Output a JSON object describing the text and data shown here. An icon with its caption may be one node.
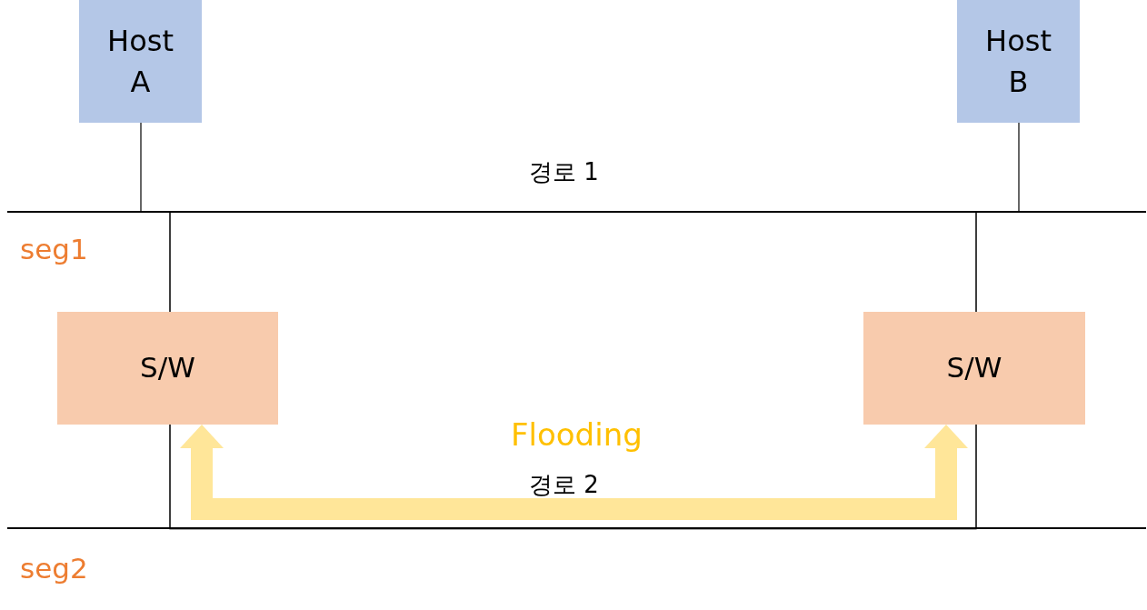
{
  "diagram": {
    "nodes": [
      {
        "text": [
          "Host A"
        ]
      },
      {
        "text": [
          "Host B"
        ]
      },
      {
        "text": [],
        "shape": "bar"
      },
      {
        "text": [
          "S/W"
        ]
      },
      {
        "text": [
          "S/W"
        ]
      },
      {
        "text": [],
        "shape": "bar"
      }
    ],
    "edges": [
      {
        "from": 0,
        "to": 2,
        "arrow": "none"
      },
      {
        "from": 1,
        "to": 2,
        "arrow": "none"
      },
      {
        "from": 3,
        "to": 2,
        "arrow": "none"
      },
      {
        "from": 4,
        "to": 2,
        "arrow": "none"
      },
      {
        "from": 3,
        "to": 5,
        "arrow": "none"
      },
      {
        "from": 4,
        "to": 5,
        "arrow": "none"
      },
      {
        "from": 3,
        "to": 4,
        "arrow": "both",
        "style": "thick",
        "color": "#ffe699",
        "label": "Flooding"
      }
    ],
    "labels": [
      "경로 1",
      "seg1",
      "경로 2",
      "seg2"
    ]
  }
}
